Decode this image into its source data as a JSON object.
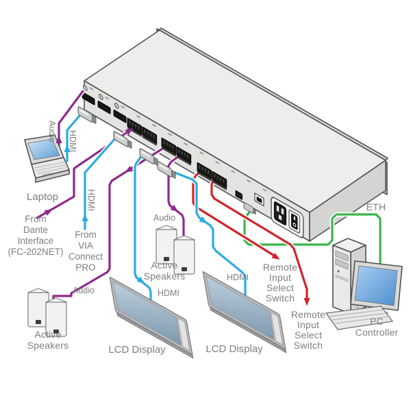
{
  "colors": {
    "audio": "#8E2A8C",
    "hdmi": "#29ABE2",
    "remote": "#D2232A",
    "eth": "#3AB54A",
    "text": "#7D7E82"
  },
  "nodes": {
    "laptop": {
      "label": "Laptop"
    },
    "dante": {
      "lines": [
        "From",
        "Dante",
        "Interface",
        "(FC-202NET)"
      ]
    },
    "via": {
      "lines": [
        "From",
        "VIA",
        "Connect",
        "PRO"
      ]
    },
    "speakers_left": {
      "line1": "Active",
      "line2": "Speakers"
    },
    "speakers_mid": {
      "line1": "Active",
      "line2": "Speakers"
    },
    "display1": {
      "label": "LCD Display"
    },
    "display2": {
      "label": "LCD Display"
    },
    "remote1": {
      "lines": [
        "Remote",
        "Input",
        "Select",
        "Switch"
      ]
    },
    "remote2": {
      "lines": [
        "Remote",
        "Input",
        "Select",
        "Switch"
      ]
    },
    "pc": {
      "line1": "PC",
      "line2": "Controller"
    }
  },
  "cables": {
    "laptop_audio": {
      "label": "Audio"
    },
    "laptop_hdmi": {
      "label": "HDMI"
    },
    "via_hdmi": {
      "label": "HDMI"
    },
    "audio_out_left": {
      "label": "Audio"
    },
    "audio_out_mid": {
      "label": "Audio"
    },
    "hdmi_out_1": {
      "label": "HDMI"
    },
    "hdmi_out_2": {
      "label": "HDMI"
    },
    "eth": {
      "label": "ETH"
    }
  }
}
